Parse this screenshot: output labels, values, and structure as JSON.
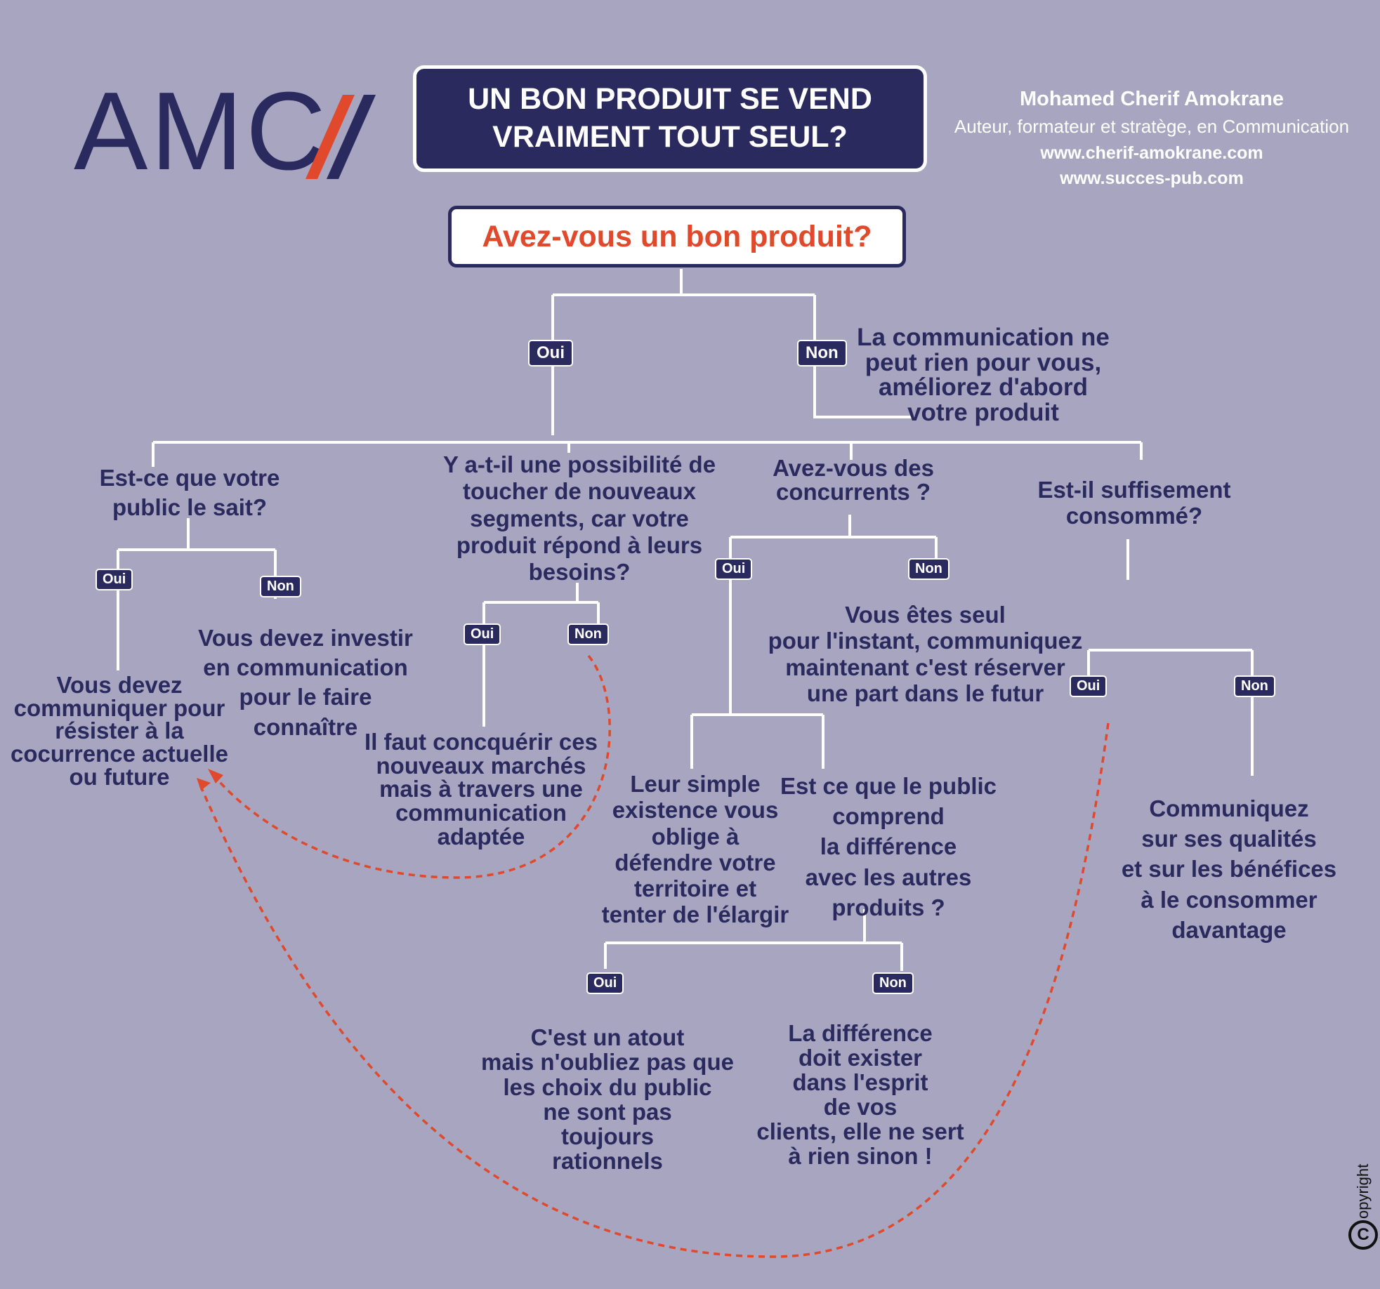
{
  "header": {
    "logo_text": "AMC",
    "title_line1": "UN BON PRODUIT SE VEND",
    "title_line2": "VRAIMENT TOUT SEUL?",
    "author_name": "Mohamed Cherif Amokrane",
    "author_role": "Auteur, formateur et stratège, en Communication",
    "site1": "www.cherif-amokrane.com",
    "site2": "www.succes-pub.com"
  },
  "colors": {
    "background": "#a7a5bf",
    "navy": "#2b2a5e",
    "accent": "#e0492b",
    "line": "#ffffff"
  },
  "root": {
    "question": "Avez-vous un bon produit?",
    "yes": "Oui",
    "no": "Non",
    "no_answer": "La communication ne\npeut rien pour vous,\naméliorez d'abord\nvotre produit"
  },
  "branch_public": {
    "question": "Est-ce que votre\npublic le sait?",
    "yes": "Oui",
    "no": "Non",
    "yes_answer": "Vous devez\ncommuniquer pour\nrésister à la\ncocurrence actuelle\nou future",
    "no_answer": "Vous devez investir\nen communication\npour le faire\nconnaître"
  },
  "branch_segments": {
    "question": "Y a-t-il une possibilité de\ntoucher de nouveaux\nsegments, car votre\nproduit répond à leurs\nbesoins?",
    "yes": "Oui",
    "no": "Non",
    "yes_answer": "Il faut concquérir ces\nnouveaux marchés\nmais à travers une\ncommunication\nadaptée"
  },
  "branch_competitors": {
    "question": "Avez-vous des\nconcurrents ?",
    "yes": "Oui",
    "no": "Non",
    "no_answer": "Vous êtes seul\npour l'instant, communiquez\nmaintenant c'est réserver\nune part dans le futur",
    "yes_left": "Leur simple\nexistence vous\noblige à\ndéfendre votre\nterritoire et\ntenter de l'élargir",
    "yes_right_question": "Est ce que le public\ncomprend\nla différence\navec les autres\nproduits ?",
    "sub_yes": "Oui",
    "sub_no": "Non",
    "sub_yes_answer": "C'est un atout\nmais n'oubliez pas que\nles choix du public\nne sont pas\ntoujours\nrationnels",
    "sub_no_answer": "La différence\ndoit exister\ndans l'esprit\nde vos\nclients, elle ne sert\nà rien sinon !"
  },
  "branch_consumed": {
    "question": "Est-il suffisement\nconsommé?",
    "yes": "Oui",
    "no": "Non",
    "no_answer": "Communiquez\nsur ses qualités\net sur les bénéfices\nà le consommer\ndavantage"
  },
  "copyright_text": "opyright",
  "copyright_symbol": "C"
}
